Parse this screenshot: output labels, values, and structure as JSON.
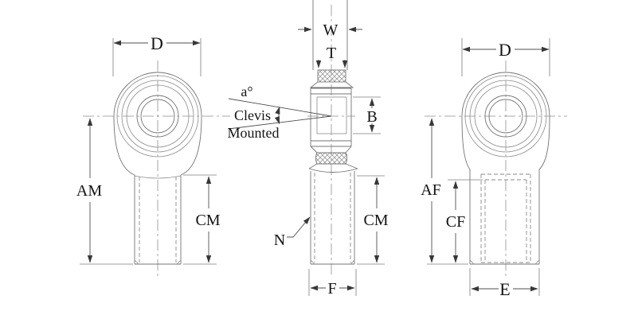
{
  "colors": {
    "background": "#ffffff",
    "line": "#747474",
    "dimension_line": "#4f4f4f",
    "centerline": "#8f8f8f",
    "text": "#141414"
  },
  "views": {
    "left": {
      "labels": {
        "dim_d": "D",
        "dim_am": "AM",
        "dim_cm": "CM"
      }
    },
    "middle": {
      "labels": {
        "dim_w": "W",
        "dim_t": "T",
        "dim_b": "B",
        "dim_n": "N",
        "dim_cm": "CM",
        "dim_f": "F"
      },
      "annotation": {
        "angle_label": "a°",
        "clevis_line1": "Clevis",
        "clevis_line2": "Mounted"
      }
    },
    "right": {
      "labels": {
        "dim_d": "D",
        "dim_af": "AF",
        "dim_cf": "CF",
        "dim_e": "E"
      }
    }
  }
}
